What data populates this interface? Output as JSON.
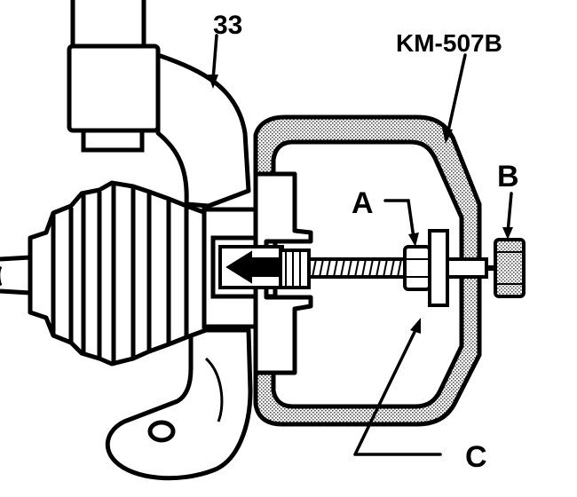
{
  "labels": {
    "part_33": "33",
    "tool": "KM-507B",
    "a": "A",
    "b": "B",
    "c": "C"
  },
  "colors": {
    "ink": "#000000",
    "paper": "#ffffff",
    "stipple": "#9a9a9a"
  }
}
